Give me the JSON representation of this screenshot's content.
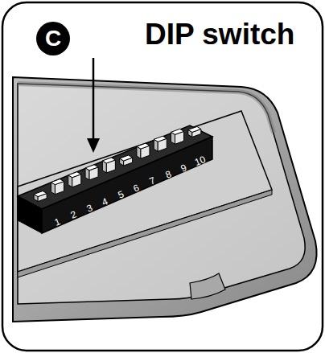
{
  "diagram": {
    "nodes": [
      {
        "text": [
          "C"
        ]
      }
    ],
    "labels": [
      "DIP switch",
      "1",
      "2",
      "3",
      "4",
      "5",
      "6",
      "7",
      "8",
      "9",
      "10"
    ]
  }
}
